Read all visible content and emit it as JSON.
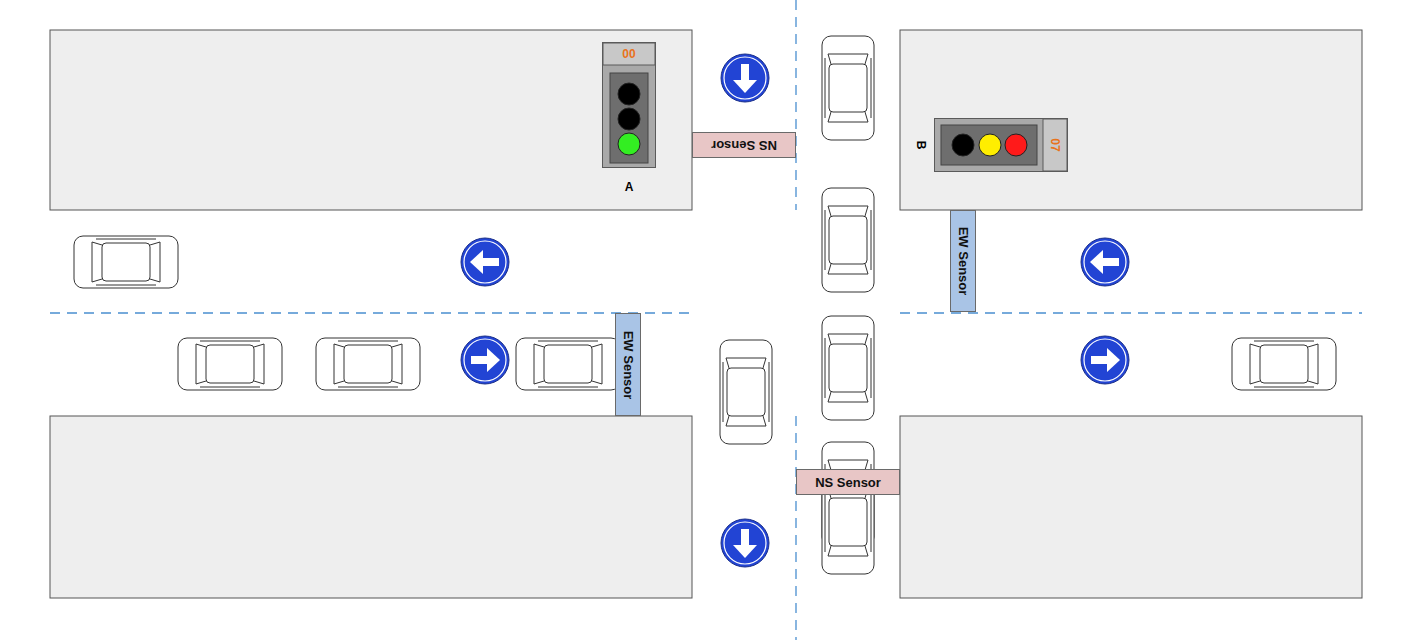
{
  "diagram": {
    "nodes": [
      {
        "text": [
          "00",
          "A"
        ]
      },
      {
        "text": [
          "NS Sensor"
        ]
      },
      {
        "text": [
          "07",
          "B"
        ]
      },
      {
        "text": [
          "EW Sensor"
        ]
      },
      {
        "text": [
          "EW Sensor"
        ]
      },
      {
        "text": [
          "NS Sensor"
        ]
      }
    ]
  }
}
